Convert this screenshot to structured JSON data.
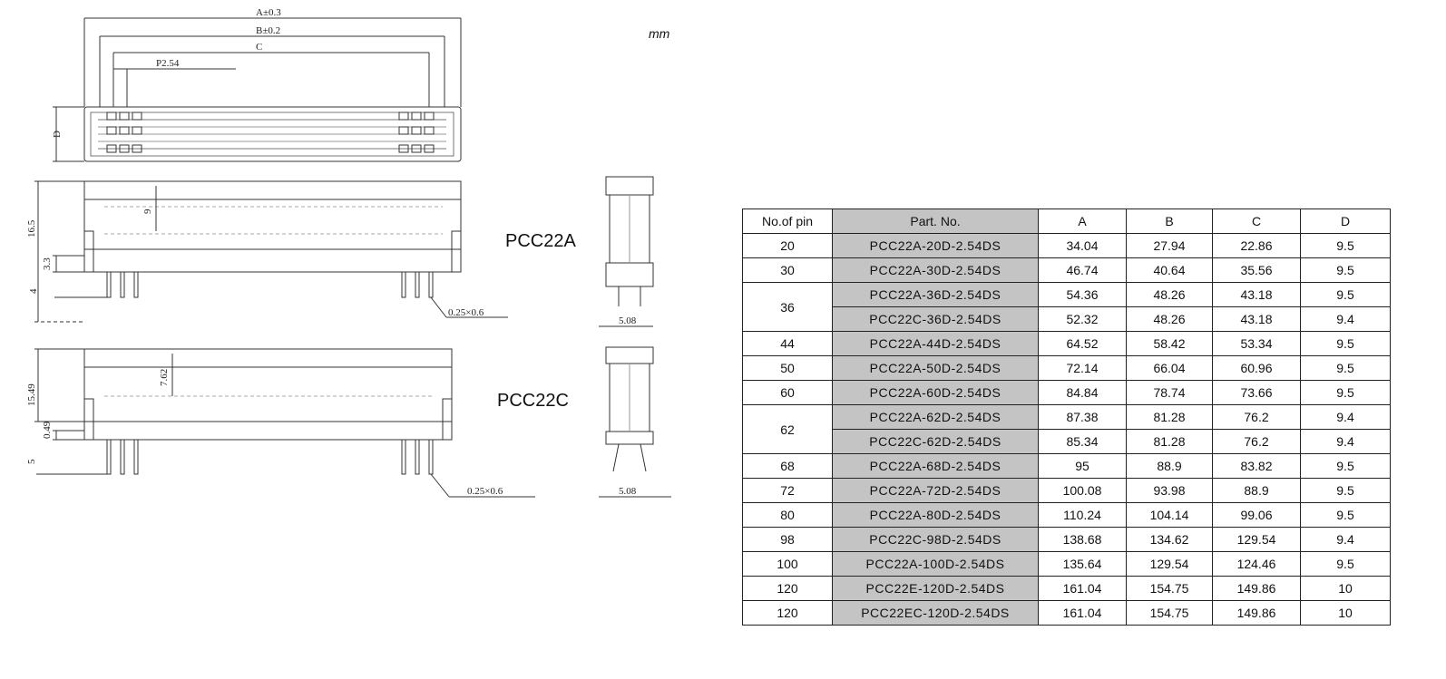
{
  "drawing": {
    "unit": "mm",
    "dims": {
      "a": "A±0.3",
      "b": "B±0.2",
      "c": "C",
      "pitch": "P2.54",
      "d": "D",
      "h_a": "16.5",
      "h_a_inner": "9",
      "h_a_off": "3.3",
      "h_a_pin": "4",
      "pin_a": "0.25×0.6",
      "w_a": "5.08",
      "h_c": "15.49",
      "h_c_inner": "7.62",
      "h_c_off": "0.49",
      "h_c_pin": "5",
      "pin_c": "0.25×0.6",
      "w_c": "5.08"
    },
    "models": {
      "a": "PCC22A",
      "c": "PCC22C"
    }
  },
  "table": {
    "headers": {
      "pin": "No.of pin",
      "part": "Part. No.",
      "a": "A",
      "b": "B",
      "c": "C",
      "d": "D"
    },
    "rows": [
      {
        "pin": "20",
        "part": "PCC22A-20D-2.54DS",
        "a": "34.04",
        "b": "27.94",
        "c": "22.86",
        "d": "9.5"
      },
      {
        "pin": "30",
        "part": "PCC22A-30D-2.54DS",
        "a": "46.74",
        "b": "40.64",
        "c": "35.56",
        "d": "9.5"
      },
      {
        "pin": "36",
        "part": "PCC22A-36D-2.54DS",
        "a": "54.36",
        "b": "48.26",
        "c": "43.18",
        "d": "9.5"
      },
      {
        "pin": "",
        "part": "PCC22C-36D-2.54DS",
        "a": "52.32",
        "b": "48.26",
        "c": "43.18",
        "d": "9.4"
      },
      {
        "pin": "44",
        "part": "PCC22A-44D-2.54DS",
        "a": "64.52",
        "b": "58.42",
        "c": "53.34",
        "d": "9.5"
      },
      {
        "pin": "50",
        "part": "PCC22A-50D-2.54DS",
        "a": "72.14",
        "b": "66.04",
        "c": "60.96",
        "d": "9.5"
      },
      {
        "pin": "60",
        "part": "PCC22A-60D-2.54DS",
        "a": "84.84",
        "b": "78.74",
        "c": "73.66",
        "d": "9.5"
      },
      {
        "pin": "62",
        "part": "PCC22A-62D-2.54DS",
        "a": "87.38",
        "b": "81.28",
        "c": "76.2",
        "d": "9.4"
      },
      {
        "pin": "",
        "part": "PCC22C-62D-2.54DS",
        "a": "85.34",
        "b": "81.28",
        "c": "76.2",
        "d": "9.4"
      },
      {
        "pin": "68",
        "part": "PCC22A-68D-2.54DS",
        "a": "95",
        "b": "88.9",
        "c": "83.82",
        "d": "9.5"
      },
      {
        "pin": "72",
        "part": "PCC22A-72D-2.54DS",
        "a": "100.08",
        "b": "93.98",
        "c": "88.9",
        "d": "9.5"
      },
      {
        "pin": "80",
        "part": "PCC22A-80D-2.54DS",
        "a": "110.24",
        "b": "104.14",
        "c": "99.06",
        "d": "9.5"
      },
      {
        "pin": "98",
        "part": "PCC22C-98D-2.54DS",
        "a": "138.68",
        "b": "134.62",
        "c": "129.54",
        "d": "9.4"
      },
      {
        "pin": "100",
        "part": "PCC22A-100D-2.54DS",
        "a": "135.64",
        "b": "129.54",
        "c": "124.46",
        "d": "9.5"
      },
      {
        "pin": "120",
        "part": "PCC22E-120D-2.54DS",
        "a": "161.04",
        "b": "154.75",
        "c": "149.86",
        "d": "10"
      },
      {
        "pin": "120",
        "part": "PCC22EC-120D-2.54DS",
        "a": "161.04",
        "b": "154.75",
        "c": "149.86",
        "d": "10"
      }
    ]
  }
}
